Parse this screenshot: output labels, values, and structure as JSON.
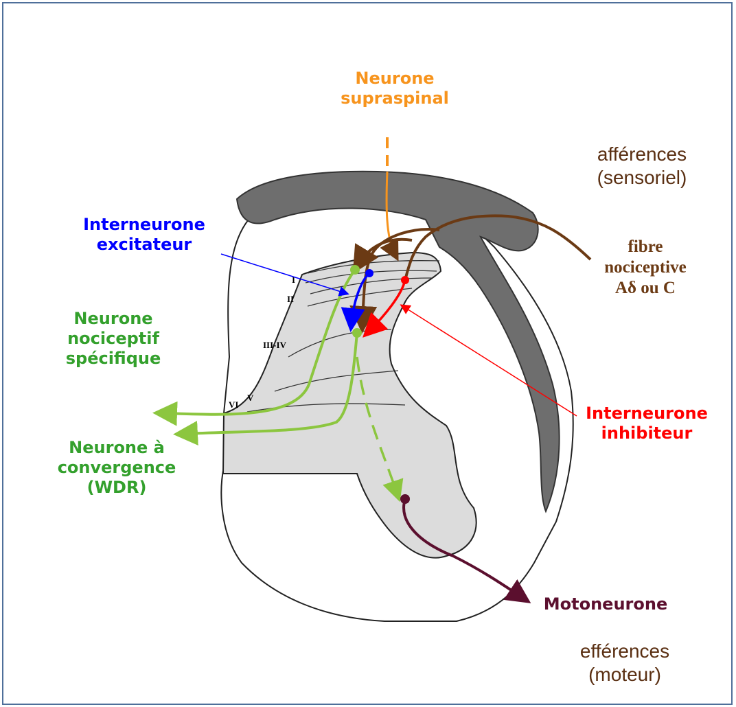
{
  "colors": {
    "supraspinal": "#f7941d",
    "excitatory": "#0000ff",
    "nociceptive_neuron": "#33a02c",
    "green_fibers": "#8cc63f",
    "afferent_brown": "#6b3a14",
    "inhibitory": "#ff0000",
    "motoneuron": "#5b0f2e",
    "gray_matter": "#dcdcdc",
    "dorsal_tract": "#6e6e6e"
  },
  "labels": {
    "supraspinal": [
      "Neurone",
      "supraspinal"
    ],
    "afferences": [
      "afférences",
      "(sensoriel)"
    ],
    "fibre": [
      "fibre",
      "nociceptive",
      "Aδ ou C"
    ],
    "interneurone_excitateur": [
      "Interneurone",
      "excitateur"
    ],
    "neurone_nociceptif": [
      "Neurone",
      "nociceptif",
      "spécifique"
    ],
    "neurone_convergence": [
      "Neurone à",
      "convergence",
      "(WDR)"
    ],
    "interneurone_inhibiteur": [
      "Interneurone",
      "inhibiteur"
    ],
    "motoneurone": "Motoneurone",
    "efferences": [
      "efférences",
      "(moteur)"
    ]
  },
  "laminae": {
    "I": "I",
    "II": "II",
    "III_IV": "III-IV",
    "V": "V",
    "VI": "VI"
  }
}
